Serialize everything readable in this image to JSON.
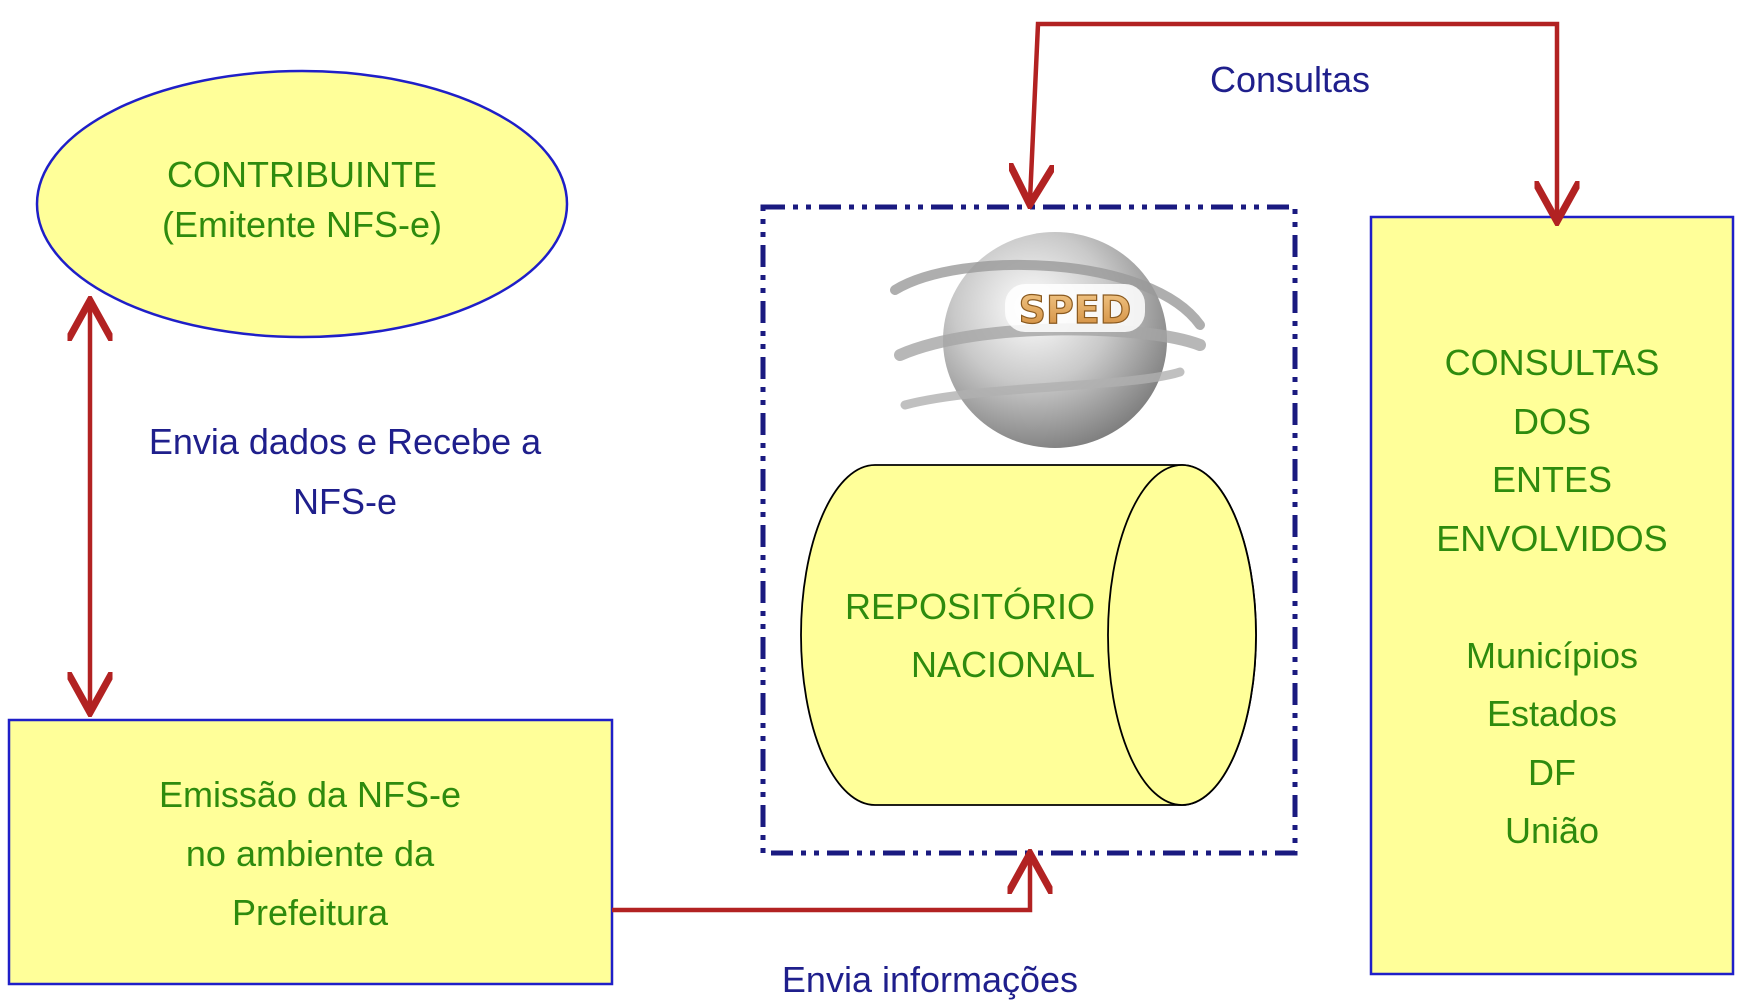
{
  "nodes": {
    "contribuinte": {
      "line1": "CONTRIBUINTE",
      "line2": "(Emitente NFS-e)"
    },
    "emissao": {
      "line1": "Emissão da NFS-e",
      "line2": "no ambiente da",
      "line3": "Prefeitura"
    },
    "repositorio": {
      "line1": "REPOSITÓRIO",
      "line2": "NACIONAL"
    },
    "sped_logo": {
      "text": "SPED"
    },
    "consultas_entes": {
      "line1": "CONSULTAS",
      "line2": "DOS",
      "line3": "ENTES",
      "line4": "ENVOLVIDOS",
      "line5": "Municípios",
      "line6": "Estados",
      "line7": "DF",
      "line8": "União"
    }
  },
  "edges": {
    "envia_recebe": {
      "line1": "Envia dados e Recebe a",
      "line2": "NFS-e"
    },
    "envia_informacoes": {
      "label": "Envia informações"
    },
    "consultas": {
      "label": "Consultas"
    }
  },
  "colors": {
    "node_fill": "#ffff99",
    "node_text": "#2e8b0e",
    "edge_label": "#1f1f8c",
    "arrow": "#b22222",
    "border": "#1f1fc8",
    "dash_border": "#1a1a80"
  }
}
